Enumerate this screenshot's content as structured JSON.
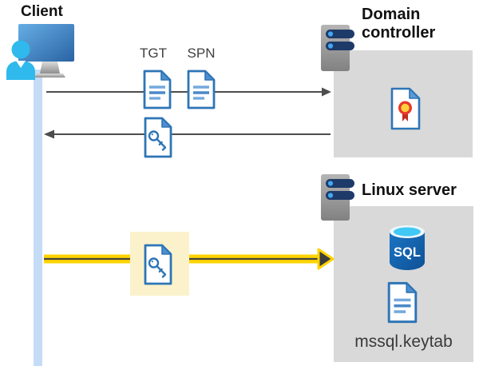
{
  "client": {
    "label": "Client"
  },
  "tickets": {
    "tgt": "TGT",
    "spn": "SPN"
  },
  "domain_controller": {
    "label": "Domain controller"
  },
  "linux_server": {
    "label": "Linux server",
    "sql_badge": "SQL",
    "keytab": "mssql.keytab"
  },
  "icons": {
    "client": "user-workstation-icon",
    "domain_controller": "server-icon",
    "linux_server": "server-icon",
    "tgt": "document-icon",
    "spn": "document-icon",
    "service_ticket": "key-document-icon",
    "certificate": "certificate-icon",
    "database": "sql-database-icon",
    "keytab_file": "document-icon"
  },
  "colors": {
    "arrow_gray": "#4D4D4D",
    "arrow_highlight_yellow": "#FFD400",
    "highlight_box_yellow": "#FBF2CC",
    "container_gray": "#D9D9D9",
    "timeline_blue": "#C5DCF6",
    "document_blue": "#2E75B6",
    "person_cyan": "#2FB9EC",
    "server_pill_navy": "#1E3A69"
  }
}
